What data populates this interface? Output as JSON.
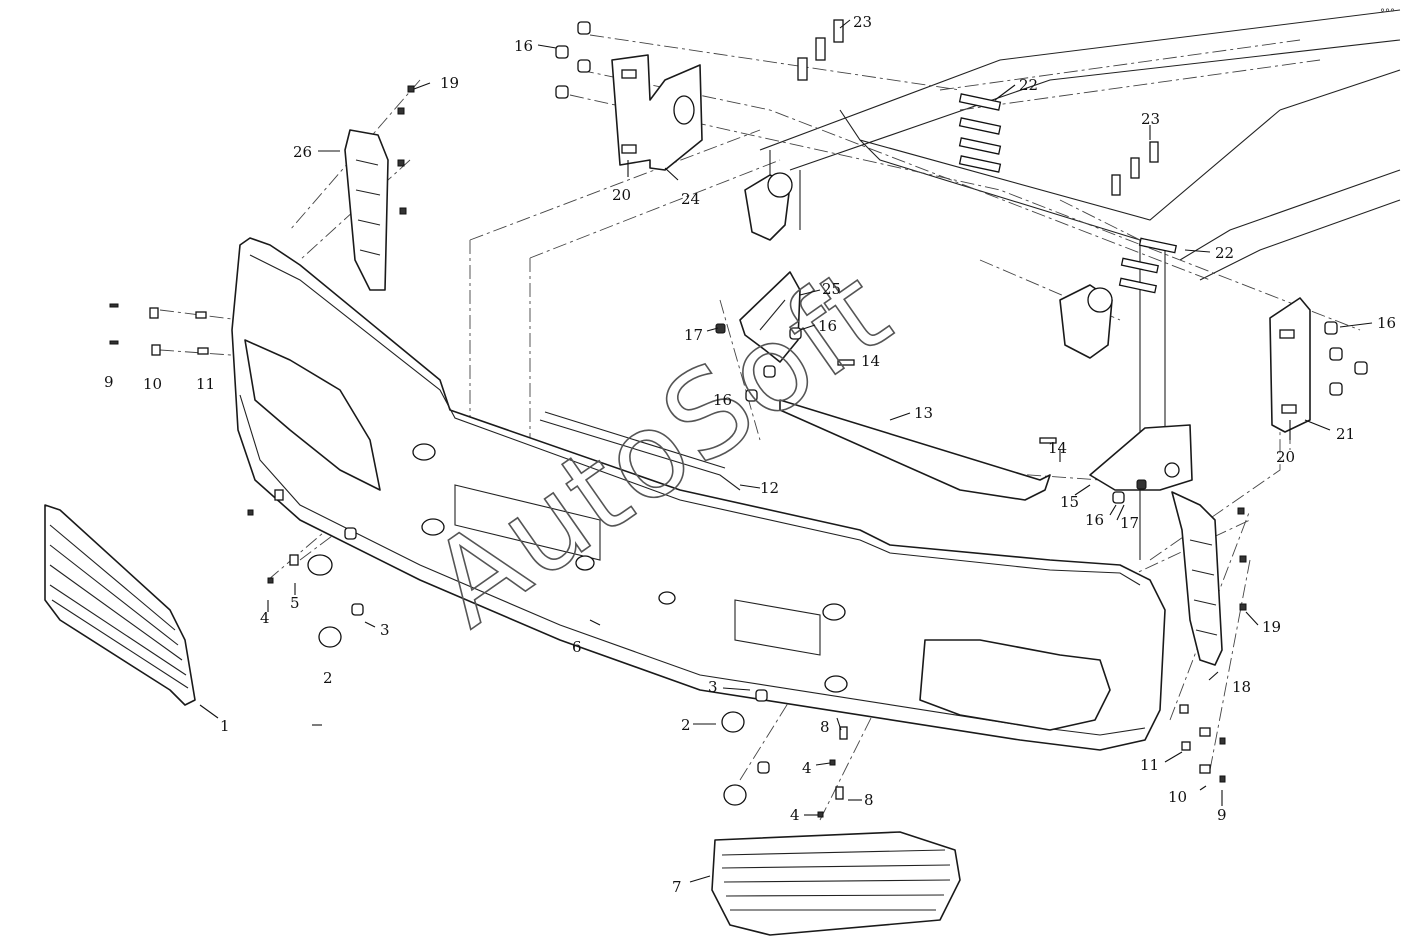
{
  "diagram": {
    "watermark": "AutoSoft",
    "corner_mark": "°°°",
    "callouts": [
      {
        "id": "c1",
        "label": "1"
      },
      {
        "id": "c2a",
        "label": "2"
      },
      {
        "id": "c2b",
        "label": "2"
      },
      {
        "id": "c3a",
        "label": "3"
      },
      {
        "id": "c3b",
        "label": "3"
      },
      {
        "id": "c4a",
        "label": "4"
      },
      {
        "id": "c4b",
        "label": "4"
      },
      {
        "id": "c4c",
        "label": "4"
      },
      {
        "id": "c5",
        "label": "5"
      },
      {
        "id": "c6",
        "label": "6"
      },
      {
        "id": "c7",
        "label": "7"
      },
      {
        "id": "c8a",
        "label": "8"
      },
      {
        "id": "c8b",
        "label": "8"
      },
      {
        "id": "c9a",
        "label": "9"
      },
      {
        "id": "c9b",
        "label": "9"
      },
      {
        "id": "c10a",
        "label": "10"
      },
      {
        "id": "c10b",
        "label": "10"
      },
      {
        "id": "c11a",
        "label": "11"
      },
      {
        "id": "c11b",
        "label": "11"
      },
      {
        "id": "c12",
        "label": "12"
      },
      {
        "id": "c13",
        "label": "13"
      },
      {
        "id": "c14a",
        "label": "14"
      },
      {
        "id": "c14b",
        "label": "14"
      },
      {
        "id": "c15",
        "label": "15"
      },
      {
        "id": "c16a",
        "label": "16"
      },
      {
        "id": "c16b",
        "label": "16"
      },
      {
        "id": "c16c",
        "label": "16"
      },
      {
        "id": "c16d",
        "label": "16"
      },
      {
        "id": "c16e",
        "label": "16"
      },
      {
        "id": "c17a",
        "label": "17"
      },
      {
        "id": "c17b",
        "label": "17"
      },
      {
        "id": "c18",
        "label": "18"
      },
      {
        "id": "c19a",
        "label": "19"
      },
      {
        "id": "c19b",
        "label": "19"
      },
      {
        "id": "c20a",
        "label": "20"
      },
      {
        "id": "c20b",
        "label": "20"
      },
      {
        "id": "c21",
        "label": "21"
      },
      {
        "id": "c22a",
        "label": "22"
      },
      {
        "id": "c22b",
        "label": "22"
      },
      {
        "id": "c23a",
        "label": "23"
      },
      {
        "id": "c23b",
        "label": "23"
      },
      {
        "id": "c24",
        "label": "24"
      },
      {
        "id": "c25",
        "label": "25"
      },
      {
        "id": "c26",
        "label": "26"
      }
    ]
  }
}
